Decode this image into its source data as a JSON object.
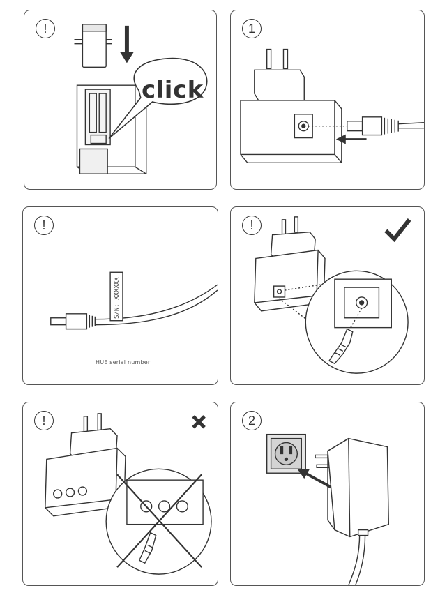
{
  "panels": [
    {
      "badge": "!",
      "callout": "click"
    },
    {
      "badge": "1"
    },
    {
      "badge": "!",
      "serial_label": "S/N: XXXXXX",
      "caption": "HUE serial number"
    },
    {
      "badge": "!",
      "status_icon": "checkmark-icon"
    },
    {
      "badge": "!",
      "status_icon": "x-mark-icon"
    },
    {
      "badge": "2"
    }
  ],
  "colors": {
    "line": "#333333",
    "frame": "#555555",
    "shade": "#d9d9d9"
  }
}
